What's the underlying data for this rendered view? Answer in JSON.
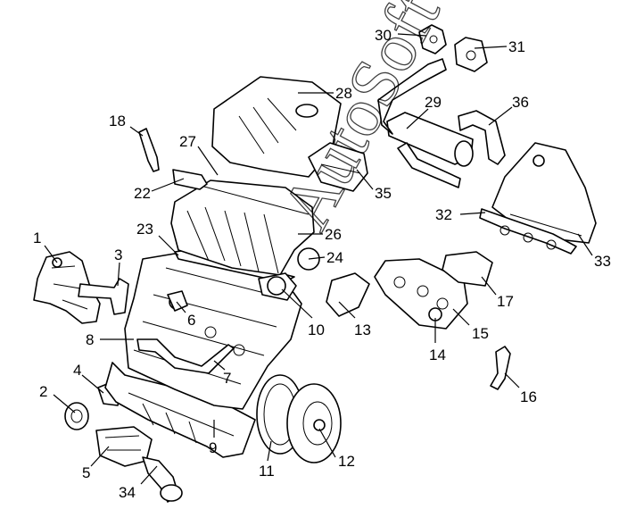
{
  "callouts": [
    {
      "id": "1",
      "label": "1"
    },
    {
      "id": "2",
      "label": "2"
    },
    {
      "id": "3",
      "label": "3"
    },
    {
      "id": "4",
      "label": "4"
    },
    {
      "id": "5",
      "label": "5"
    },
    {
      "id": "6",
      "label": "6"
    },
    {
      "id": "7",
      "label": "7"
    },
    {
      "id": "8",
      "label": "8"
    },
    {
      "id": "9",
      "label": "9"
    },
    {
      "id": "10",
      "label": "10"
    },
    {
      "id": "11",
      "label": "11"
    },
    {
      "id": "12",
      "label": "12"
    },
    {
      "id": "13",
      "label": "13"
    },
    {
      "id": "14",
      "label": "14"
    },
    {
      "id": "15",
      "label": "15"
    },
    {
      "id": "16",
      "label": "16"
    },
    {
      "id": "17",
      "label": "17"
    },
    {
      "id": "18",
      "label": "18"
    },
    {
      "id": "22",
      "label": "22"
    },
    {
      "id": "23",
      "label": "23"
    },
    {
      "id": "24",
      "label": "24"
    },
    {
      "id": "26",
      "label": "26"
    },
    {
      "id": "27",
      "label": "27"
    },
    {
      "id": "28",
      "label": "28"
    },
    {
      "id": "29",
      "label": "29"
    },
    {
      "id": "30",
      "label": "30"
    },
    {
      "id": "31",
      "label": "31"
    },
    {
      "id": "32",
      "label": "32"
    },
    {
      "id": "33",
      "label": "33"
    },
    {
      "id": "34",
      "label": "34"
    },
    {
      "id": "35",
      "label": "35"
    },
    {
      "id": "36",
      "label": "36"
    }
  ],
  "watermark": {
    "text": "AutoSoft"
  }
}
